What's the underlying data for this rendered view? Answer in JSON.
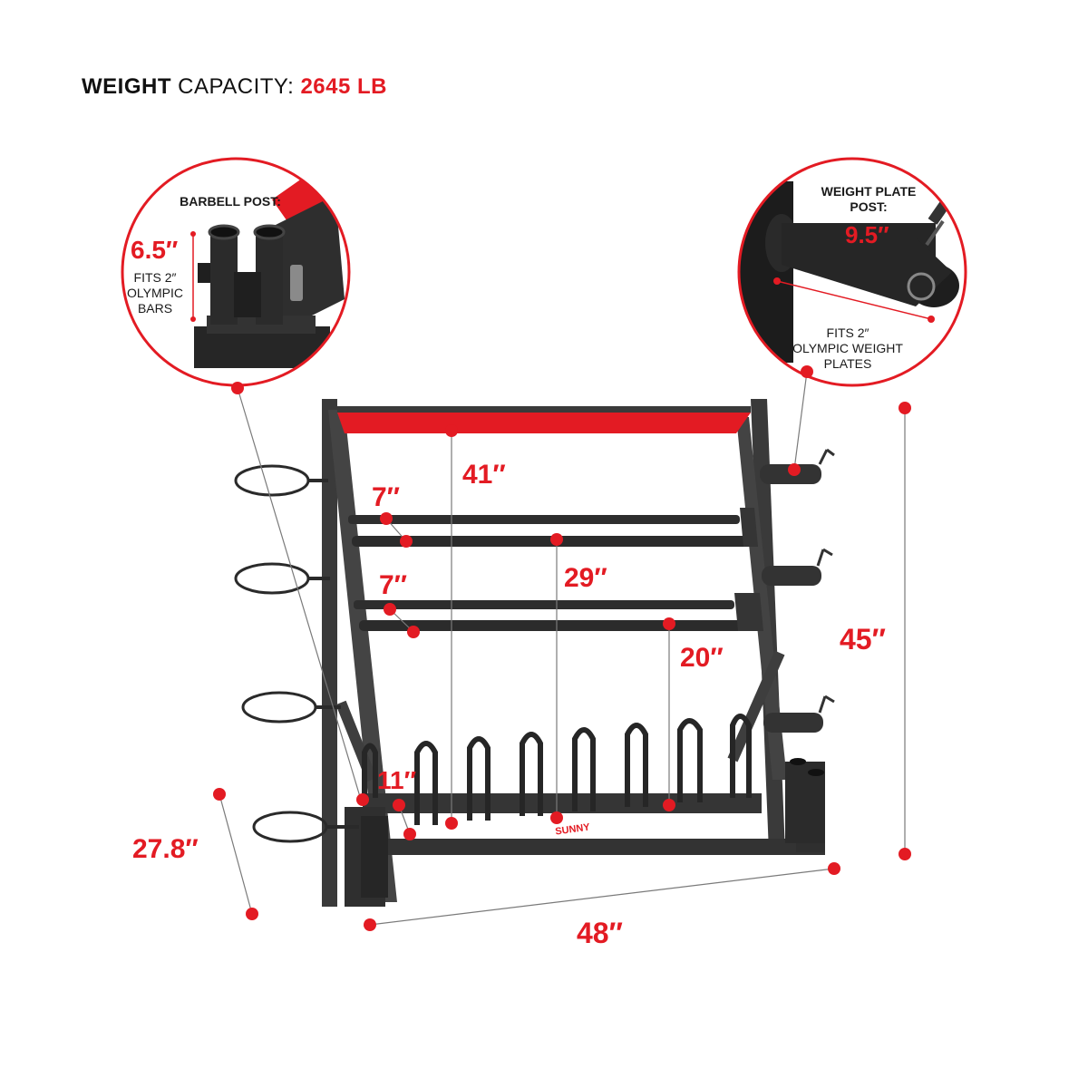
{
  "colors": {
    "accent": "#e31b23",
    "frame": "#3d3d3d",
    "dark": "#222222"
  },
  "title": {
    "lead": "WEIGHT",
    "middle": "CAPACITY:",
    "value": "2645 LB"
  },
  "callouts": {
    "barbell_post": {
      "heading": "BARBELL POST:",
      "measure": "6.5″",
      "line1": "FITS 2″",
      "line2": "OLYMPIC",
      "line3": "BARS"
    },
    "plate_post": {
      "heading1": "WEIGHT PLATE",
      "heading2": "POST:",
      "measure": "9.5″",
      "line1": "FITS 2″",
      "line2": "OLYMPIC WEIGHT",
      "line3": "PLATES"
    }
  },
  "dimensions": {
    "top_bar": "41″",
    "shelf_gap_upper": "7″",
    "shelf_gap_lower": "7″",
    "shelf_length": "29″",
    "shelf_depth": "20″",
    "height": "45″",
    "bottom_depth": "11″",
    "base_depth": "27.8″",
    "width": "48″"
  },
  "brand": "SUNNY"
}
